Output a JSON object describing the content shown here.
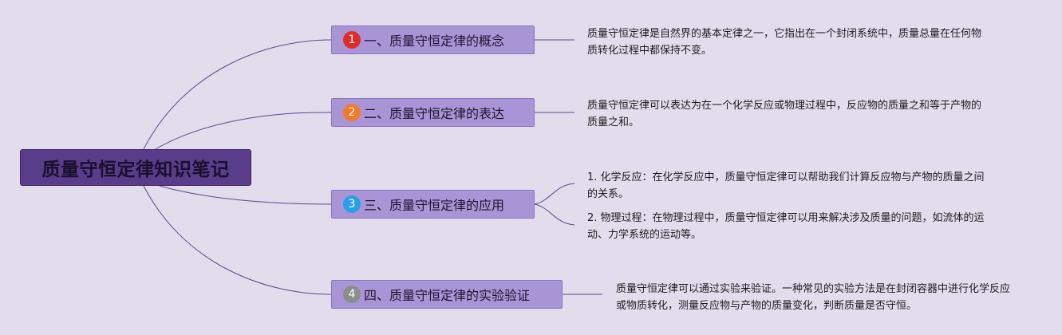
{
  "root": {
    "title": "质量守恒定律知识笔记"
  },
  "branches": [
    {
      "number": "1",
      "badge_color": "#e02b2b",
      "label": "一、质量守恒定律的概念",
      "details": [
        "质量守恒定律是自然界的基本定律之一，它指出在一个封闭系统中，质量总量在任何物质转化过程中都保持不变。"
      ]
    },
    {
      "number": "2",
      "badge_color": "#f07a2a",
      "label": "二、质量守恒定律的表达",
      "details": [
        "质量守恒定律可以表达为在一个化学反应或物理过程中，反应物的质量之和等于产物的质量之和。"
      ]
    },
    {
      "number": "3",
      "badge_color": "#2a9ee6",
      "label": "三、质量守恒定律的应用",
      "details": [
        "1. 化学反应：在化学反应中，质量守恒定律可以帮助我们计算反应物与产物的质量之间的关系。",
        "2. 物理过程：在物理过程中，质量守恒定律可以用来解决涉及质量的问题，如流体的运动、力学系统的运动等。"
      ]
    },
    {
      "number": "4",
      "badge_color": "#8c8c8c",
      "label": "四、质量守恒定律的实验验证",
      "details": [
        "质量守恒定律可以通过实验来验证。一种常见的实验方法是在封闭容器中进行化学反应或物质转化，测量反应物与产物的质量变化，判断质量是否守恒。"
      ]
    }
  ],
  "colors": {
    "background": "#e3dced",
    "root_fill": "#5a3d8a",
    "branch_fill": "#a995d6",
    "connector": "#5b4a8a"
  }
}
